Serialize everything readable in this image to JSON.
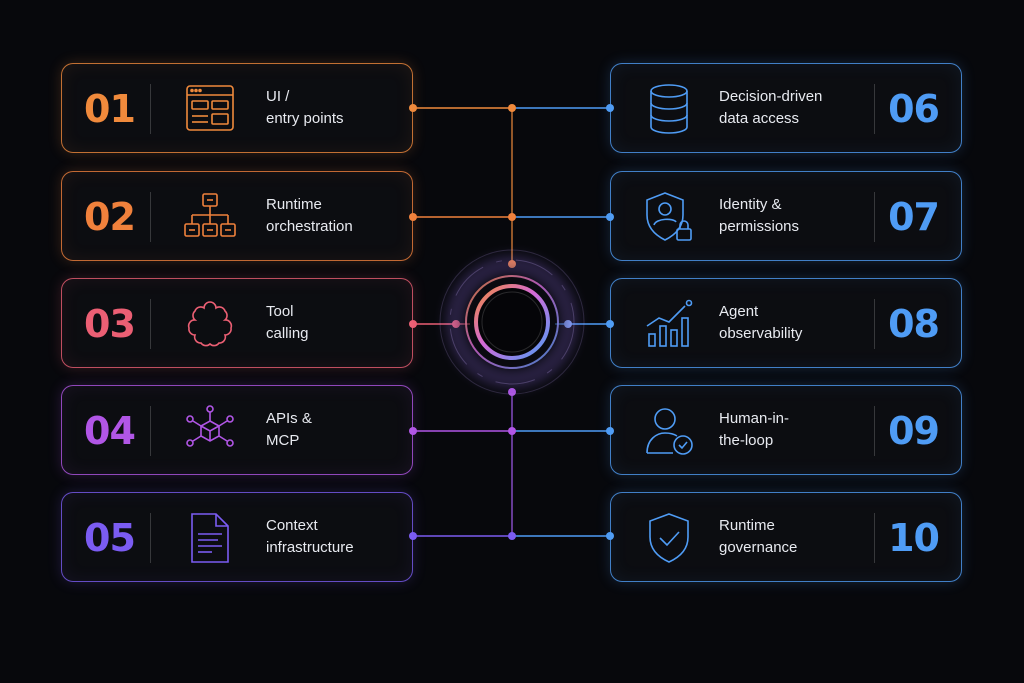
{
  "left_items": [
    {
      "number": "01",
      "line1": "UI /",
      "line2": "entry points",
      "icon": "browser-window-icon",
      "color": "#f08a3c"
    },
    {
      "number": "02",
      "line1": "Runtime",
      "line2": "orchestration",
      "icon": "hierarchy-icon",
      "color": "#f0813c"
    },
    {
      "number": "03",
      "line1": "Tool",
      "line2": "calling",
      "icon": "flower-gear-icon",
      "color": "#ec5f74"
    },
    {
      "number": "04",
      "line1": "APIs &",
      "line2": "MCP",
      "icon": "network-cube-icon",
      "color": "#b156e6"
    },
    {
      "number": "05",
      "line1": "Context",
      "line2": "infrastructure",
      "icon": "document-icon",
      "color": "#7b5cf2"
    }
  ],
  "right_items": [
    {
      "number": "06",
      "line1": "Decision-driven",
      "line2": "data access",
      "icon": "database-icon",
      "color": "#4f9cf5"
    },
    {
      "number": "07",
      "line1": "Identity &",
      "line2": "permissions",
      "icon": "shield-user-lock-icon",
      "color": "#4f9cf5"
    },
    {
      "number": "08",
      "line1": "Agent",
      "line2": "observability",
      "icon": "bar-chart-trend-icon",
      "color": "#4f9cf5"
    },
    {
      "number": "09",
      "line1": "Human-in-",
      "line2": "the-loop",
      "icon": "user-check-icon",
      "color": "#4f9cf5"
    },
    {
      "number": "10",
      "line1": "Runtime",
      "line2": "governance",
      "icon": "shield-check-icon",
      "color": "#4f9cf5"
    }
  ]
}
